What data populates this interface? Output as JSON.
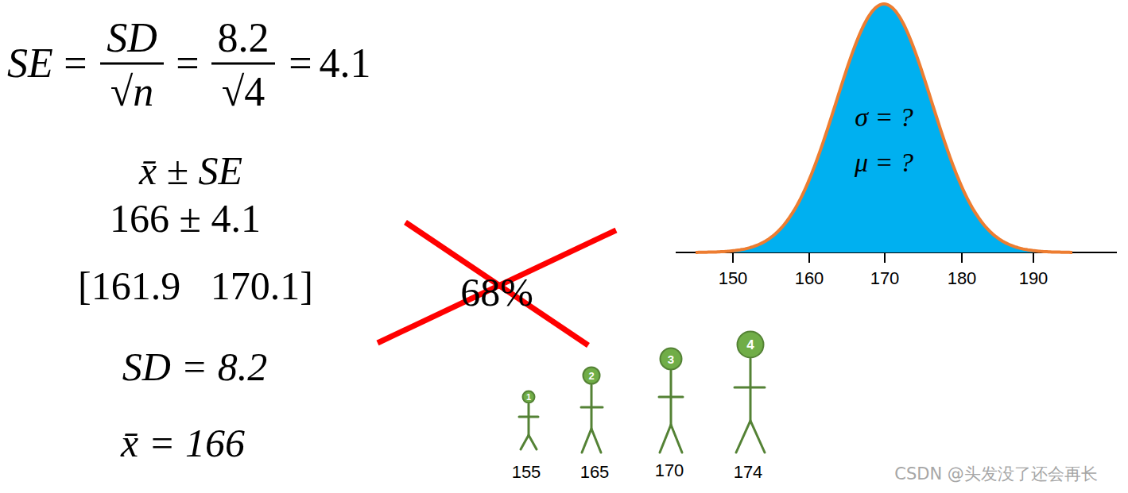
{
  "diagram": {
    "nodes": [
      {
        "text": [
          "σ = ?",
          "μ = ?"
        ]
      },
      {
        "text": [
          "1"
        ]
      },
      {
        "text": [
          "2"
        ]
      },
      {
        "text": [
          "3"
        ]
      },
      {
        "text": [
          "4"
        ]
      }
    ],
    "labels": [
      "SE",
      "=",
      "SD",
      "√n",
      "=",
      "8.2",
      "√4",
      "=",
      "4.1",
      "x̄ ± SE",
      "166 ± 4.1",
      "[161.9   170.1]",
      "SD = 8.2",
      "x̄ = 166",
      "68%",
      "150",
      "160",
      "170",
      "180",
      "190",
      "155",
      "165",
      "170",
      "174",
      "CSDN @头发没了还会再长"
    ]
  }
}
